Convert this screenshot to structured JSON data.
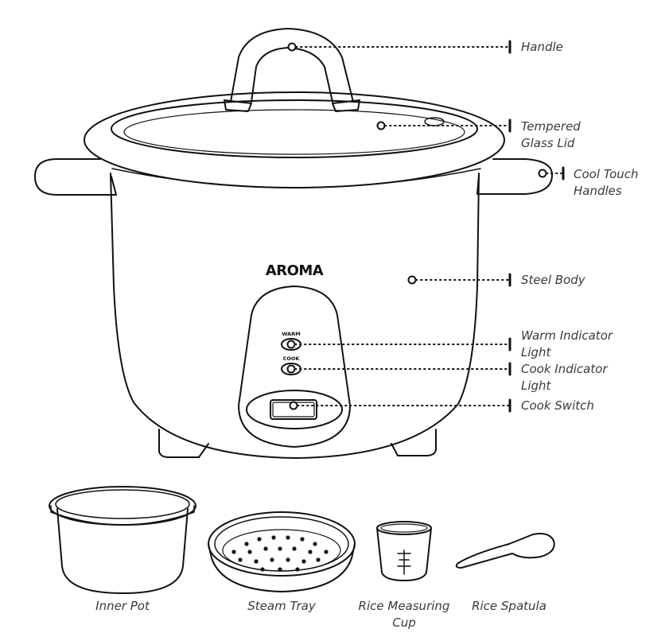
{
  "brand": "AROMA",
  "panel": {
    "warm": "WARM",
    "cook": "COOK"
  },
  "callouts": [
    {
      "id": "handle",
      "lines": [
        "Handle"
      ]
    },
    {
      "id": "lid",
      "lines": [
        "Tempered",
        "Glass Lid"
      ]
    },
    {
      "id": "cool-touch",
      "lines": [
        "Cool Touch",
        "Handles"
      ]
    },
    {
      "id": "body",
      "lines": [
        "Steel Body"
      ]
    },
    {
      "id": "warm",
      "lines": [
        "Warm Indicator",
        "Light"
      ]
    },
    {
      "id": "cook",
      "lines": [
        "Cook Indicator",
        "Light"
      ]
    },
    {
      "id": "switch",
      "lines": [
        "Cook Switch"
      ]
    }
  ],
  "accessories": [
    {
      "id": "inner-pot",
      "lines": [
        "Inner Pot"
      ]
    },
    {
      "id": "steam-tray",
      "lines": [
        "Steam Tray"
      ]
    },
    {
      "id": "measuring-cup",
      "lines": [
        "Rice Measuring",
        "Cup"
      ]
    },
    {
      "id": "spatula",
      "lines": [
        "Rice Spatula"
      ]
    }
  ],
  "colors": {
    "line": "#111111",
    "text": "#3a3a3a",
    "background": "#ffffff"
  }
}
